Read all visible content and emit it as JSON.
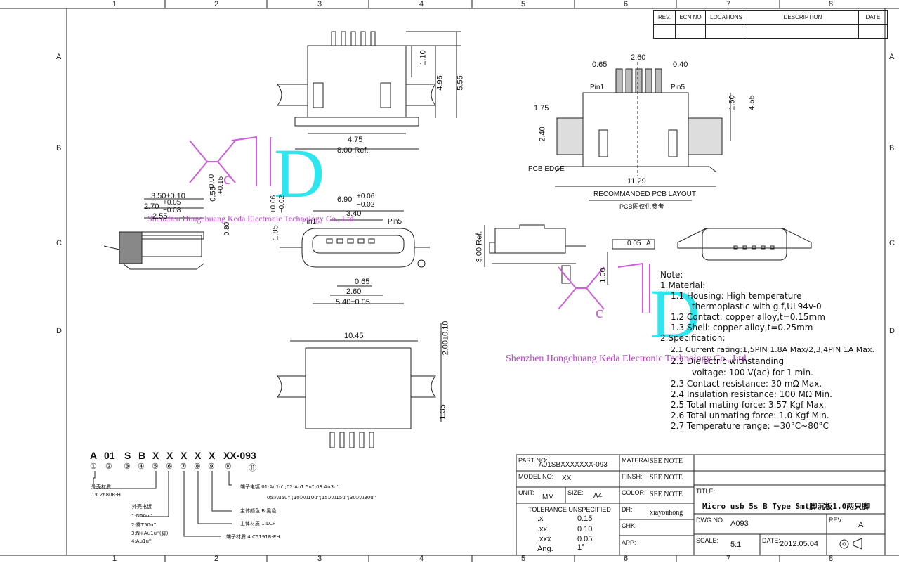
{
  "frame": {
    "cols": [
      "1",
      "2",
      "3",
      "4",
      "5",
      "6",
      "7",
      "8"
    ],
    "rows": [
      "A",
      "B",
      "C",
      "D"
    ]
  },
  "revision_table": {
    "headers": [
      "REV.",
      "ECN NO",
      "LOCATIONS",
      "DESCRIPTION",
      "DATE"
    ]
  },
  "dims": {
    "top_view": [
      "1.10",
      "4.95",
      "5.55",
      "4.75",
      "8.00 Ref."
    ],
    "pcb_layout": [
      "2.60",
      "0.65",
      "0.40",
      "Pin1",
      "Pin5",
      "1.75",
      "1.50",
      "4.55",
      "2.40",
      "PCB EDGE",
      "11.29",
      "RECOMMANDED PCB LAYOUT",
      "PCB图仅供参考"
    ],
    "side_left": [
      "3.50±0.10",
      "2.70",
      "+0.05",
      "−0.08",
      "2.55",
      "0.55",
      "+0.15",
      "0.80",
      "0.00",
      "1.85",
      "+0.06",
      "−0.02"
    ],
    "front": [
      "6.90",
      "+0.06",
      "−0.02",
      "3.40",
      "Pin1",
      "Pin5",
      "0.65",
      "2.60",
      "5.40±0.05"
    ],
    "side_right": [
      "3.00 Ref.",
      "1.00",
      "0.05",
      "A"
    ],
    "bottom_view": [
      "10.45",
      "2.00±0.10",
      "1.35"
    ]
  },
  "watermark": {
    "text": "Shenzhen Hongchuang Keda Electronic Technology Co., Ltd"
  },
  "notes": {
    "title": "Note:",
    "lines": [
      "1.Material:",
      "1.1 Housing: High temperature",
      "thermoplastic with g.f,UL94v-0",
      "1.2 Contact: copper alloy,t=0.15mm",
      "1.3 Shell: copper alloy,t=0.25mm",
      "2.Specification:",
      "2.1 Current rating:1,5PIN 1.8A Max/2,3,4PIN 1A Max.",
      "2.2 Dielectric withstanding",
      "voltage: 100 V(ac) for 1 min.",
      "2.3 Contact resistance: 30 mΩ Max.",
      "2.4 Insulation resistance: 100 MΩ Min.",
      "2.5 Total mating force: 3.57 Kgf Max.",
      "2.6 Total unmating force: 1.0 Kgf Min.",
      "2.7 Temperature range: −30°C~80°C"
    ]
  },
  "part_number": {
    "segments": [
      "A",
      "01",
      "S",
      "B",
      "X",
      "X",
      "X",
      "X",
      "X",
      "XX-093"
    ],
    "circles": [
      "①",
      "②",
      "③",
      "④",
      "⑤",
      "⑥",
      "⑦",
      "⑧",
      "⑨",
      "⑩",
      "⑪"
    ],
    "legend": [
      "外壳材质",
      "1:C2680R-H",
      "外壳电镀",
      "1:N50u''",
      "2:雾T50u''",
      "3:N+Au1u''(脚)",
      "4:Au1u''",
      "端子电镀  01:Au1u'';02:Au1.5u'';03:Au3u''",
      "05:Au5u'' ;10:Au10u'';15:Au15u'';30:Au30u''",
      "主体颜色  B:黑色",
      "主体材质  1:LCP",
      "端子材质  4:C5191R-EH"
    ]
  },
  "title_block": {
    "part_no_label": "PART NO:",
    "part_no": "A01SBXXXXXXX-093",
    "material_label": "MATERAL:",
    "material": "SEE NOTE",
    "model_label": "MODEL NO:",
    "model": "XX",
    "finish_label": "FINSH:",
    "finish": "SEE NOTE",
    "unit_label": "UNIT:",
    "unit": "MM",
    "size_label": "SIZE:",
    "size": "A4",
    "color_label": "COLOR:",
    "color": "SEE NOTE",
    "title_label": "TITLE:",
    "title": "Micro usb 5s B Type Smt脚沉板1.0两只脚",
    "tolerance_label": "TOLERANCE UNSPECIFIED",
    "tolerances": [
      {
        "k": ".x",
        "v": "0.15"
      },
      {
        "k": ".xx",
        "v": "0.10"
      },
      {
        "k": ".xxx",
        "v": "0.05"
      },
      {
        "k": "Ang.",
        "v": "1°"
      }
    ],
    "dr_label": "DR:",
    "dr": "xiayouhong",
    "chk_label": "CHK:",
    "app_label": "APP:",
    "dwg_label": "DWG NO:",
    "dwg": "A093",
    "rev_label": "REV:",
    "rev": "A",
    "scale_label": "SCALE:",
    "scale": "5:1",
    "date_label": "DATE:",
    "date": "2012.05.04"
  }
}
